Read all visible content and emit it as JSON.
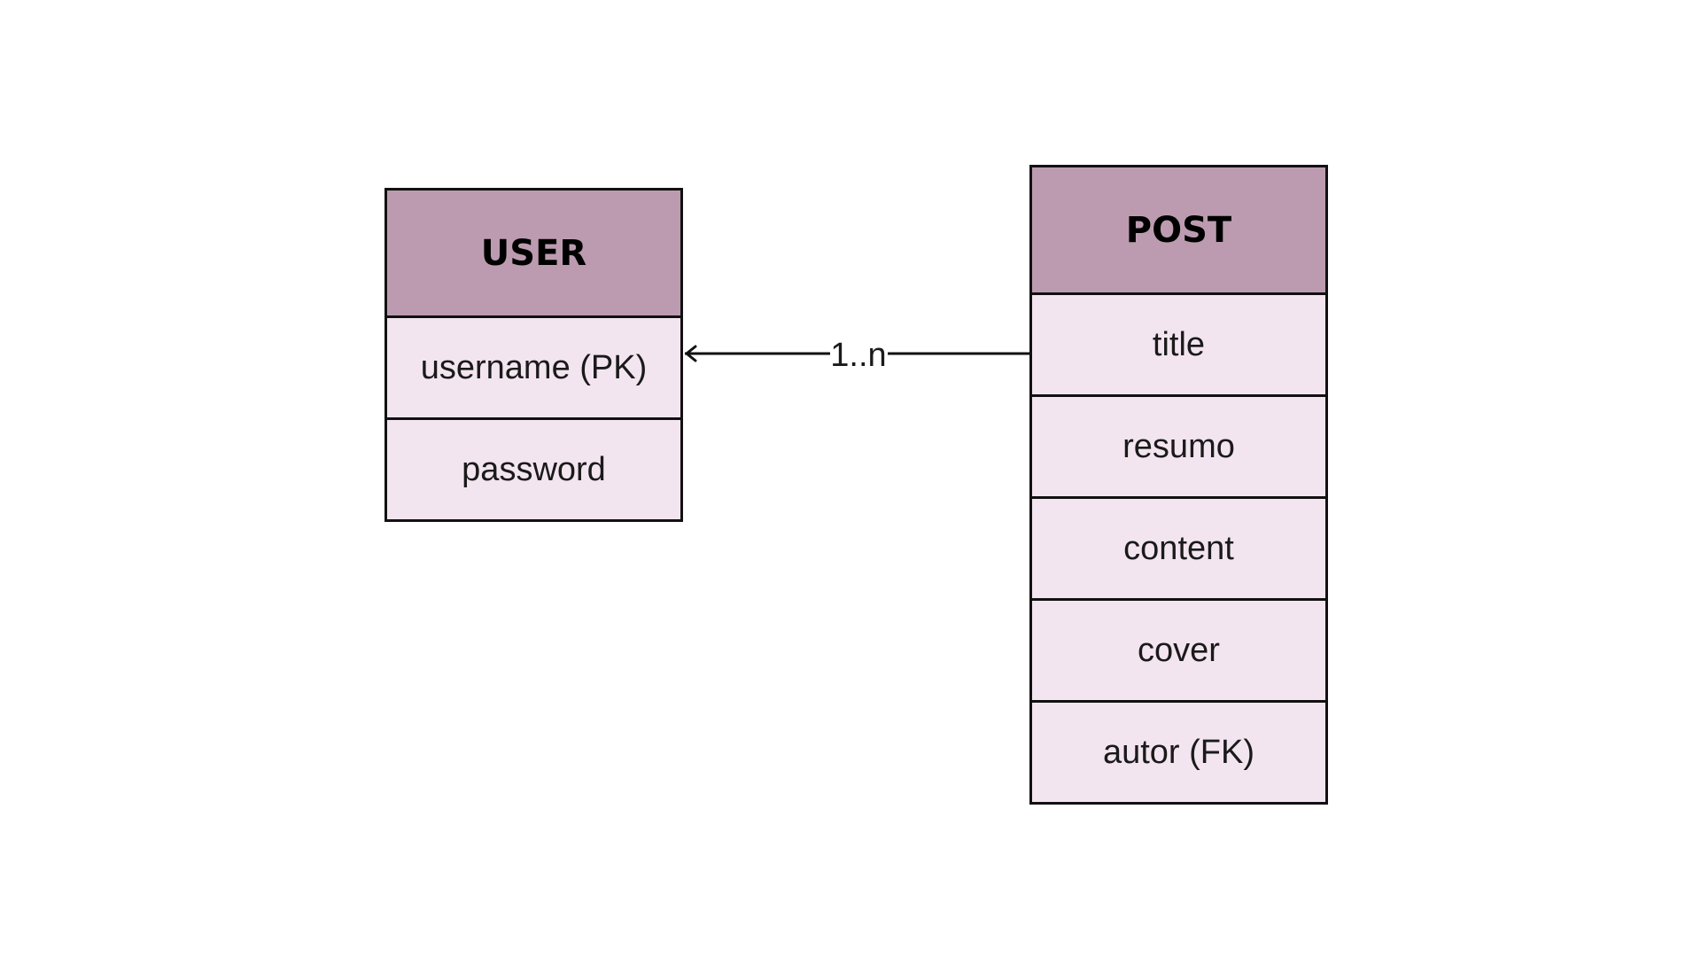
{
  "entities": {
    "user": {
      "name": "USER",
      "fields": [
        "username (PK)",
        "password"
      ]
    },
    "post": {
      "name": "POST",
      "fields": [
        "title",
        "resumo",
        "content",
        "cover",
        "autor (FK)"
      ]
    }
  },
  "relationship": {
    "label": "1..n"
  },
  "colors": {
    "header": "#bc9bb0",
    "field": "#f3e5ef",
    "border": "#111111"
  }
}
